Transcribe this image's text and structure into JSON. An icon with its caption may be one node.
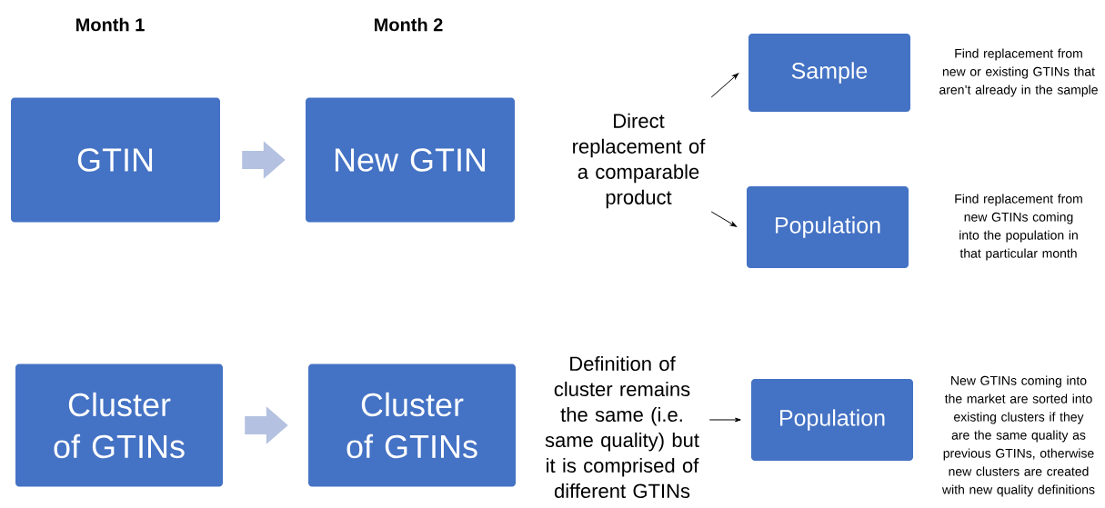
{
  "diagram": {
    "nodes": [
      {
        "text": [
          "GTIN"
        ]
      },
      {
        "text": [
          "New GTIN"
        ]
      },
      {
        "text": [
          "Direct replacement of a comparable product"
        ]
      },
      {
        "text": [
          "Sample"
        ],
        "beside": [
          "Find replacement from new or existing GTINs that aren’t already in the sample"
        ]
      },
      {
        "text": [
          "Population"
        ],
        "beside": [
          "Find replacement from new GTINs coming into the population in that particular month"
        ]
      },
      {
        "text": [
          "Cluster of GTINs"
        ]
      },
      {
        "text": [
          "Cluster of GTINs"
        ]
      },
      {
        "text": [
          "Definition of cluster remains the same (i.e. same quality) but it is comprised of different GTINs"
        ]
      },
      {
        "text": [
          "Population"
        ],
        "beside": [
          "New GTINs coming into the market are sorted into existing clusters if they are the same quality as previous GTINs, otherwise new clusters are created with new quality definitions"
        ]
      }
    ],
    "edges": [
      {
        "from": 0,
        "to": 1,
        "arrow": "to",
        "style": "thick",
        "color": "#b4c1e0"
      },
      {
        "from": 2,
        "to": 3,
        "arrow": "to"
      },
      {
        "from": 2,
        "to": 4,
        "arrow": "to"
      },
      {
        "from": 5,
        "to": 6,
        "arrow": "to",
        "style": "thick",
        "color": "#b4c1e0"
      },
      {
        "from": 7,
        "to": 8,
        "arrow": "to"
      }
    ],
    "labels": [
      "Month 1",
      "Month 2"
    ]
  }
}
